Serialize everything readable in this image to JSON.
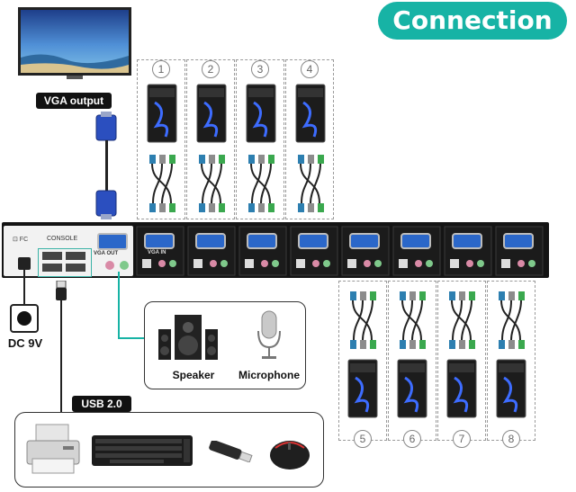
{
  "header": {
    "title": "Connection"
  },
  "monitor": {
    "label": "VGA output"
  },
  "computers_top": [
    "1",
    "2",
    "3",
    "4"
  ],
  "computers_bottom": [
    "5",
    "6",
    "7",
    "8"
  ],
  "kvm": {
    "console_label": "CONSOLE",
    "vga_out_label": "VGA OUT",
    "vga_in_label": "VGA IN"
  },
  "power": {
    "label": "DC 9V"
  },
  "audio": {
    "speaker_label": "Speaker",
    "microphone_label": "Microphone"
  },
  "usb": {
    "label": "USB 2.0"
  },
  "colors": {
    "accent": "#17b3a5",
    "vga_blue": "#2b67c9"
  }
}
